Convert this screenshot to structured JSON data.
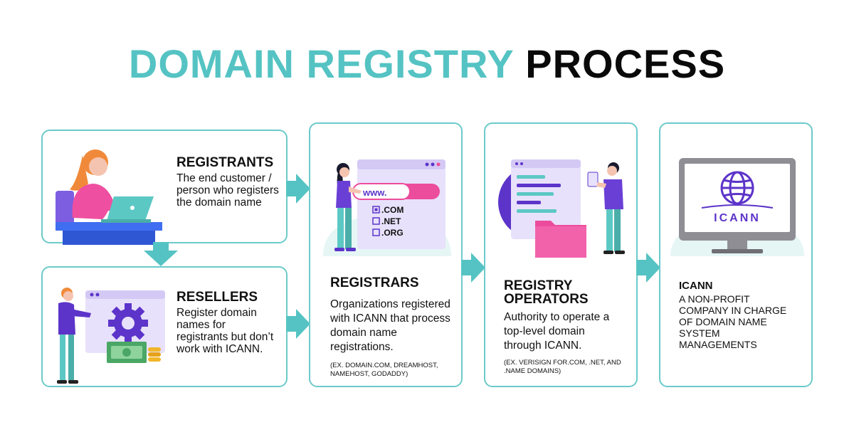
{
  "title": {
    "part1": "DOMAIN REGISTRY",
    "part2": "PROCESS"
  },
  "registrants": {
    "heading": "REGISTRANTS",
    "text": "The end customer / person who registers the domain name"
  },
  "resellers": {
    "heading": "RESELLERS",
    "text": "Register domain names for registrants but don’t work with ICANN."
  },
  "registrars": {
    "heading": "REGISTRARS",
    "text": "Organizations registered with ICANN that process domain name registrations.",
    "note": "(EX. DOMAIN.COM, DREAMHOST, NAMEHOST, GODADDY)",
    "illustration": {
      "url": "www.",
      "options": [
        ".COM",
        ".NET",
        ".ORG"
      ]
    }
  },
  "operators": {
    "heading": "REGISTRY OPERATORS",
    "text": "Authority to operate a top-level domain through ICANN.",
    "note": "(EX. VERISIGN FOR.COM, .NET, AND .NAME DOMAINS)"
  },
  "icann": {
    "heading": "ICANN",
    "text": "A NON-PROFIT COMPANY IN CHARGE OF DOMAIN NAME SYSTEM MANAGEMENTS",
    "logo_text": "ICANN"
  },
  "colors": {
    "teal": "#55c3c3",
    "purple": "#5c34c9",
    "pink": "#ec4c9c",
    "lavender": "#e8e1fb"
  }
}
